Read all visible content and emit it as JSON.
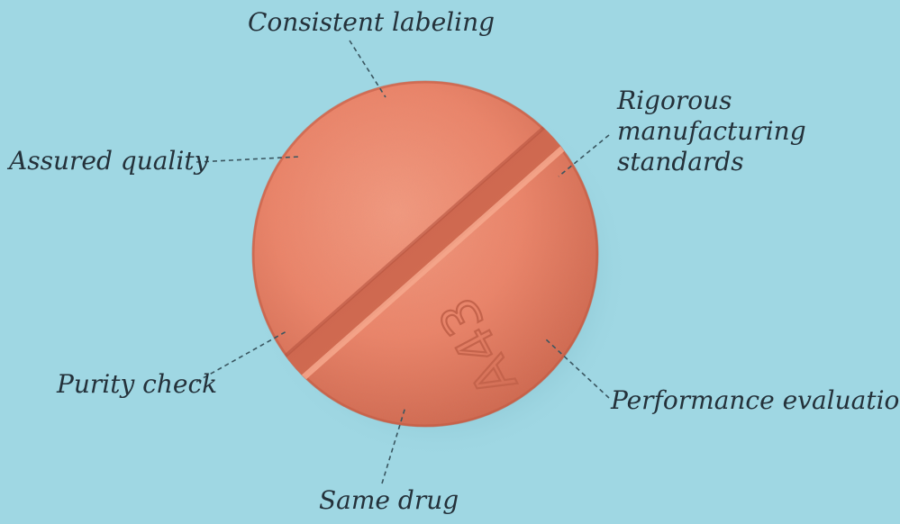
{
  "labels": {
    "consistent_labeling": "Consistent labeling",
    "rigorous_line1": "Rigorous manufacturing",
    "rigorous_line2": "standards",
    "assured_quality": "Assured quality",
    "purity_check": "Purity check",
    "performance_evaluation": "Performance evaluation",
    "same_drug": "Same drug"
  },
  "tablet": {
    "imprint": "A43"
  },
  "colors": {
    "background": "#9fd7e3",
    "tablet": "#ec8469",
    "tablet_shadow": "#c95f47",
    "callout_line": "#3a5660",
    "label_text": "#24313a"
  }
}
